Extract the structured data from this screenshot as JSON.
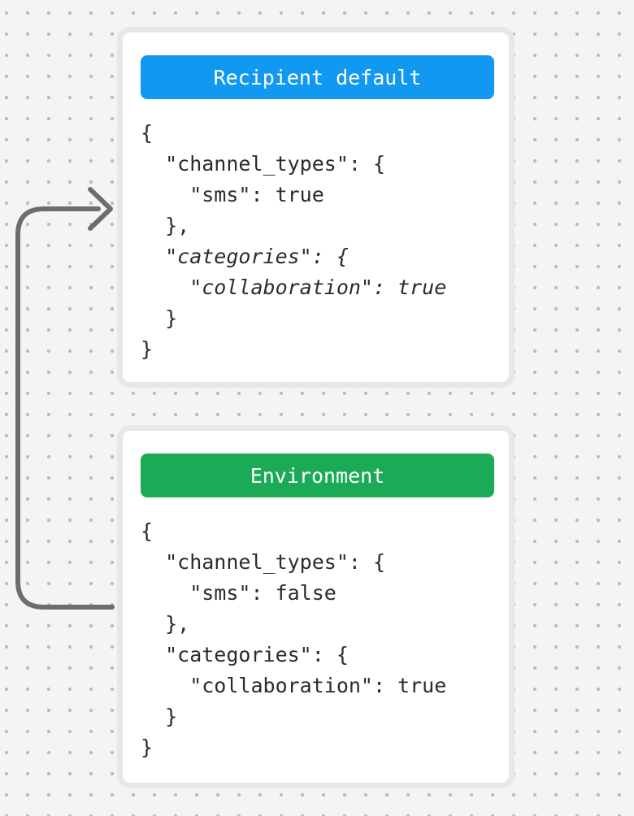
{
  "canvas": {
    "background_color": "#f4f4f4",
    "dot_color": "#bcbbbb"
  },
  "arrow": {
    "color": "#6d6d6d",
    "direction": "from-environment-card-to-recipient-default-card"
  },
  "cards": [
    {
      "id": "recipient-default",
      "title": "Recipient default",
      "title_bg": "#1199f2",
      "title_color": "#ffffff",
      "code_lines": [
        {
          "text": "{",
          "italic": false
        },
        {
          "text": "  \"channel_types\": {",
          "italic": false
        },
        {
          "text": "    \"sms\": true",
          "italic": false
        },
        {
          "text": "  },",
          "italic": false
        },
        {
          "text": "  \"categories\": {",
          "italic": true
        },
        {
          "text": "    \"collaboration\": true",
          "italic": true
        },
        {
          "text": "  }",
          "italic": false
        },
        {
          "text": "}",
          "italic": false
        }
      ]
    },
    {
      "id": "environment",
      "title": "Environment",
      "title_bg": "#1bab56",
      "title_color": "#ffffff",
      "code_lines": [
        {
          "text": "{",
          "italic": false
        },
        {
          "text": "  \"channel_types\": {",
          "italic": false
        },
        {
          "text": "    \"sms\": false",
          "italic": false
        },
        {
          "text": "  },",
          "italic": false
        },
        {
          "text": "  \"categories\": {",
          "italic": false
        },
        {
          "text": "    \"collaboration\": true",
          "italic": false
        },
        {
          "text": "  }",
          "italic": false
        },
        {
          "text": "}",
          "italic": false
        }
      ]
    }
  ]
}
